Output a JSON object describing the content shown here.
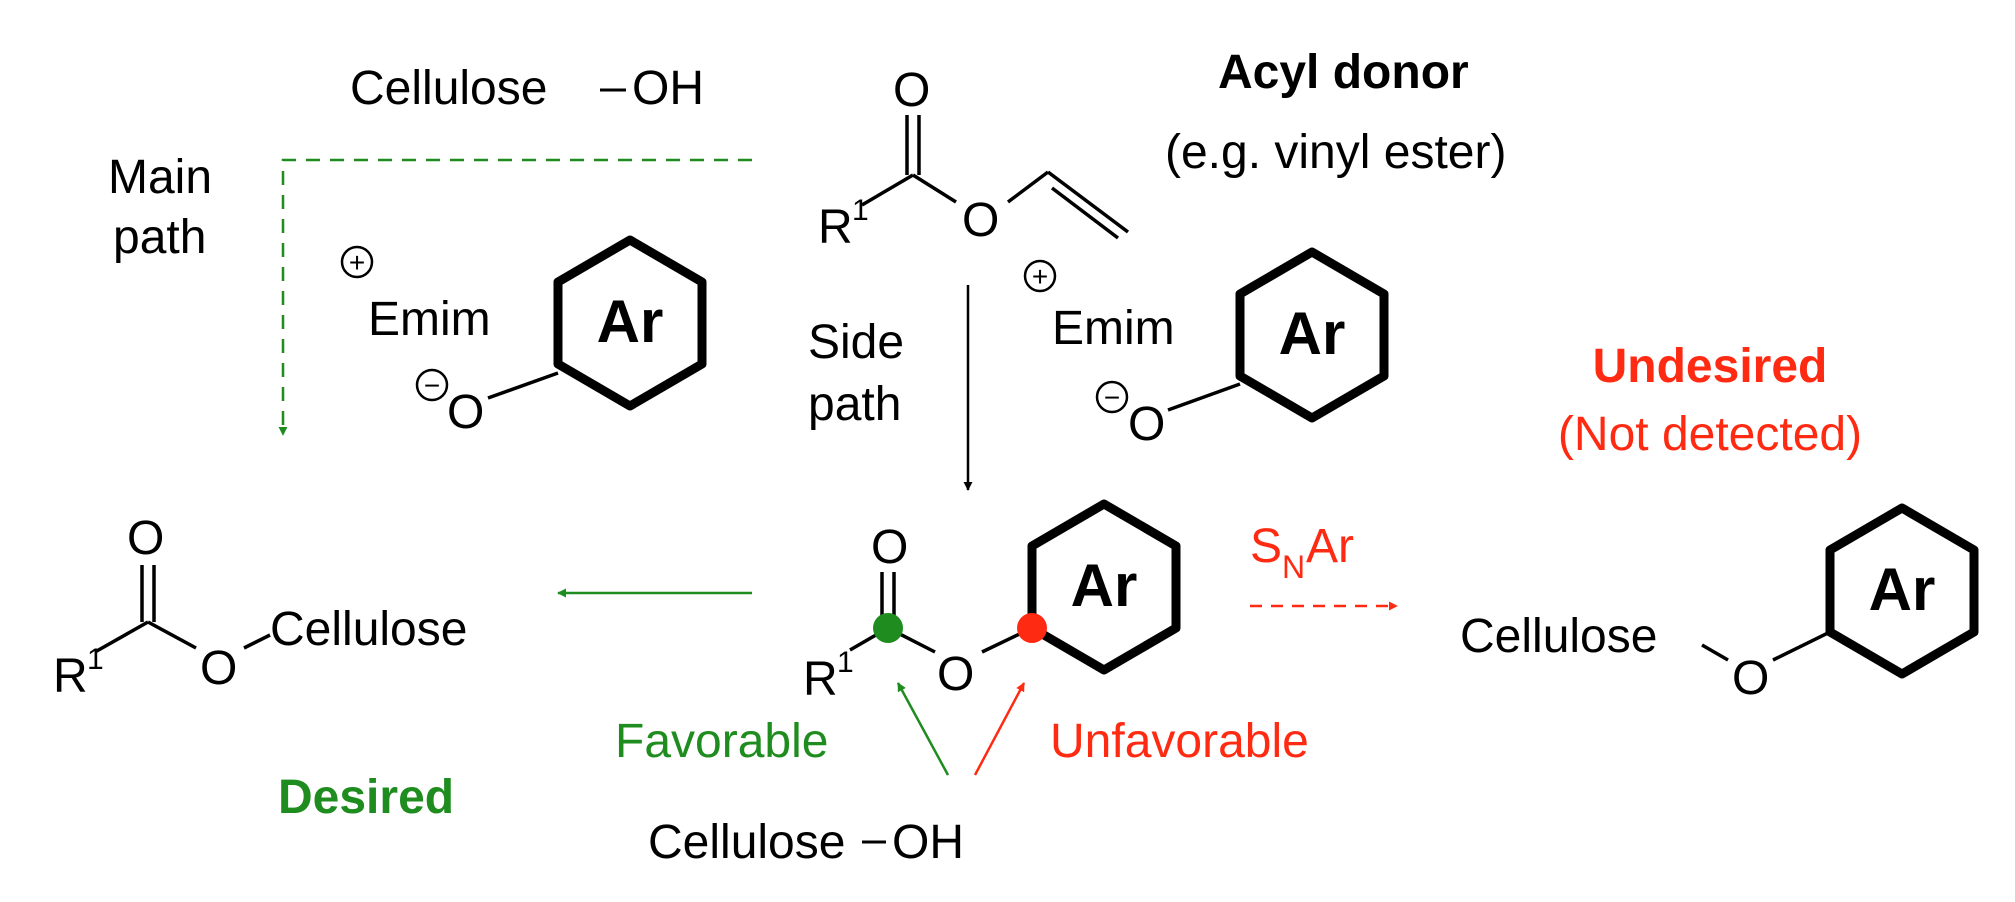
{
  "colors": {
    "ink": "#000000",
    "green": "#1e8c1e",
    "red": "#ff2a12"
  },
  "labels": {
    "cellulose_oh_top": "Cellulose",
    "oh": "OH",
    "acyl_donor": "Acyl donor",
    "acyl_donor_example": "(e.g. vinyl ester)",
    "main_path_1": "Main",
    "main_path_2": "path",
    "side_path_1": "Side",
    "side_path_2": "path",
    "emim": "Emim",
    "ar": "Ar",
    "oxygen": "O",
    "r": "R",
    "r_sup": "1",
    "plus": "+",
    "minus": "−",
    "cellulose": "Cellulose",
    "snar_s": "S",
    "snar_n": "N",
    "snar_ar": "Ar",
    "undesired": "Undesired",
    "not_detected": "(Not detected)",
    "desired": "Desired",
    "favorable": "Favorable",
    "unfavorable": "Unfavorable",
    "cellulose_oh_bottom": "Cellulose"
  }
}
